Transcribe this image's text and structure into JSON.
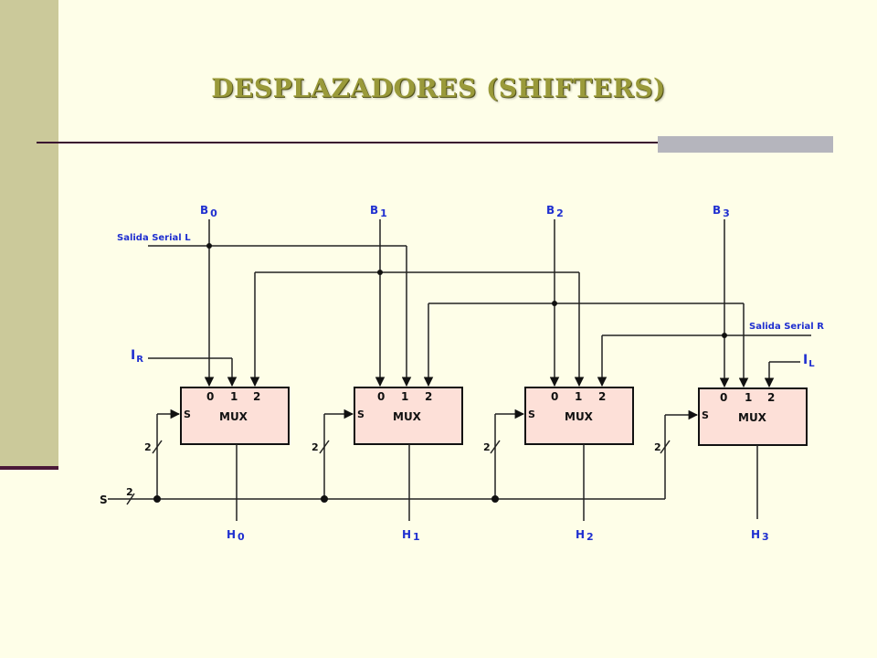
{
  "title": "DESPLAZADORES (SHIFTERS)",
  "inputs": [
    {
      "letter": "B",
      "sub": "0"
    },
    {
      "letter": "B",
      "sub": "1"
    },
    {
      "letter": "B",
      "sub": "2"
    },
    {
      "letter": "B",
      "sub": "3"
    }
  ],
  "outputs": [
    {
      "letter": "H",
      "sub": "0"
    },
    {
      "letter": "H",
      "sub": "1"
    },
    {
      "letter": "H",
      "sub": "2"
    },
    {
      "letter": "H",
      "sub": "3"
    }
  ],
  "mux": {
    "label": "MUX",
    "select": "S",
    "ports": [
      "0",
      "1",
      "2"
    ]
  },
  "serial_left": "Salida Serial L",
  "serial_right": "Salida Serial R",
  "ir": {
    "letter": "I",
    "sub": "R"
  },
  "il": {
    "letter": "I",
    "sub": "L"
  },
  "select_input": "S",
  "bus_width": "2",
  "colors": {
    "label": "#1f2fd0",
    "mux_fill": "#fde0d8",
    "wire": "#222222",
    "left_bar": "#cbc99a"
  }
}
